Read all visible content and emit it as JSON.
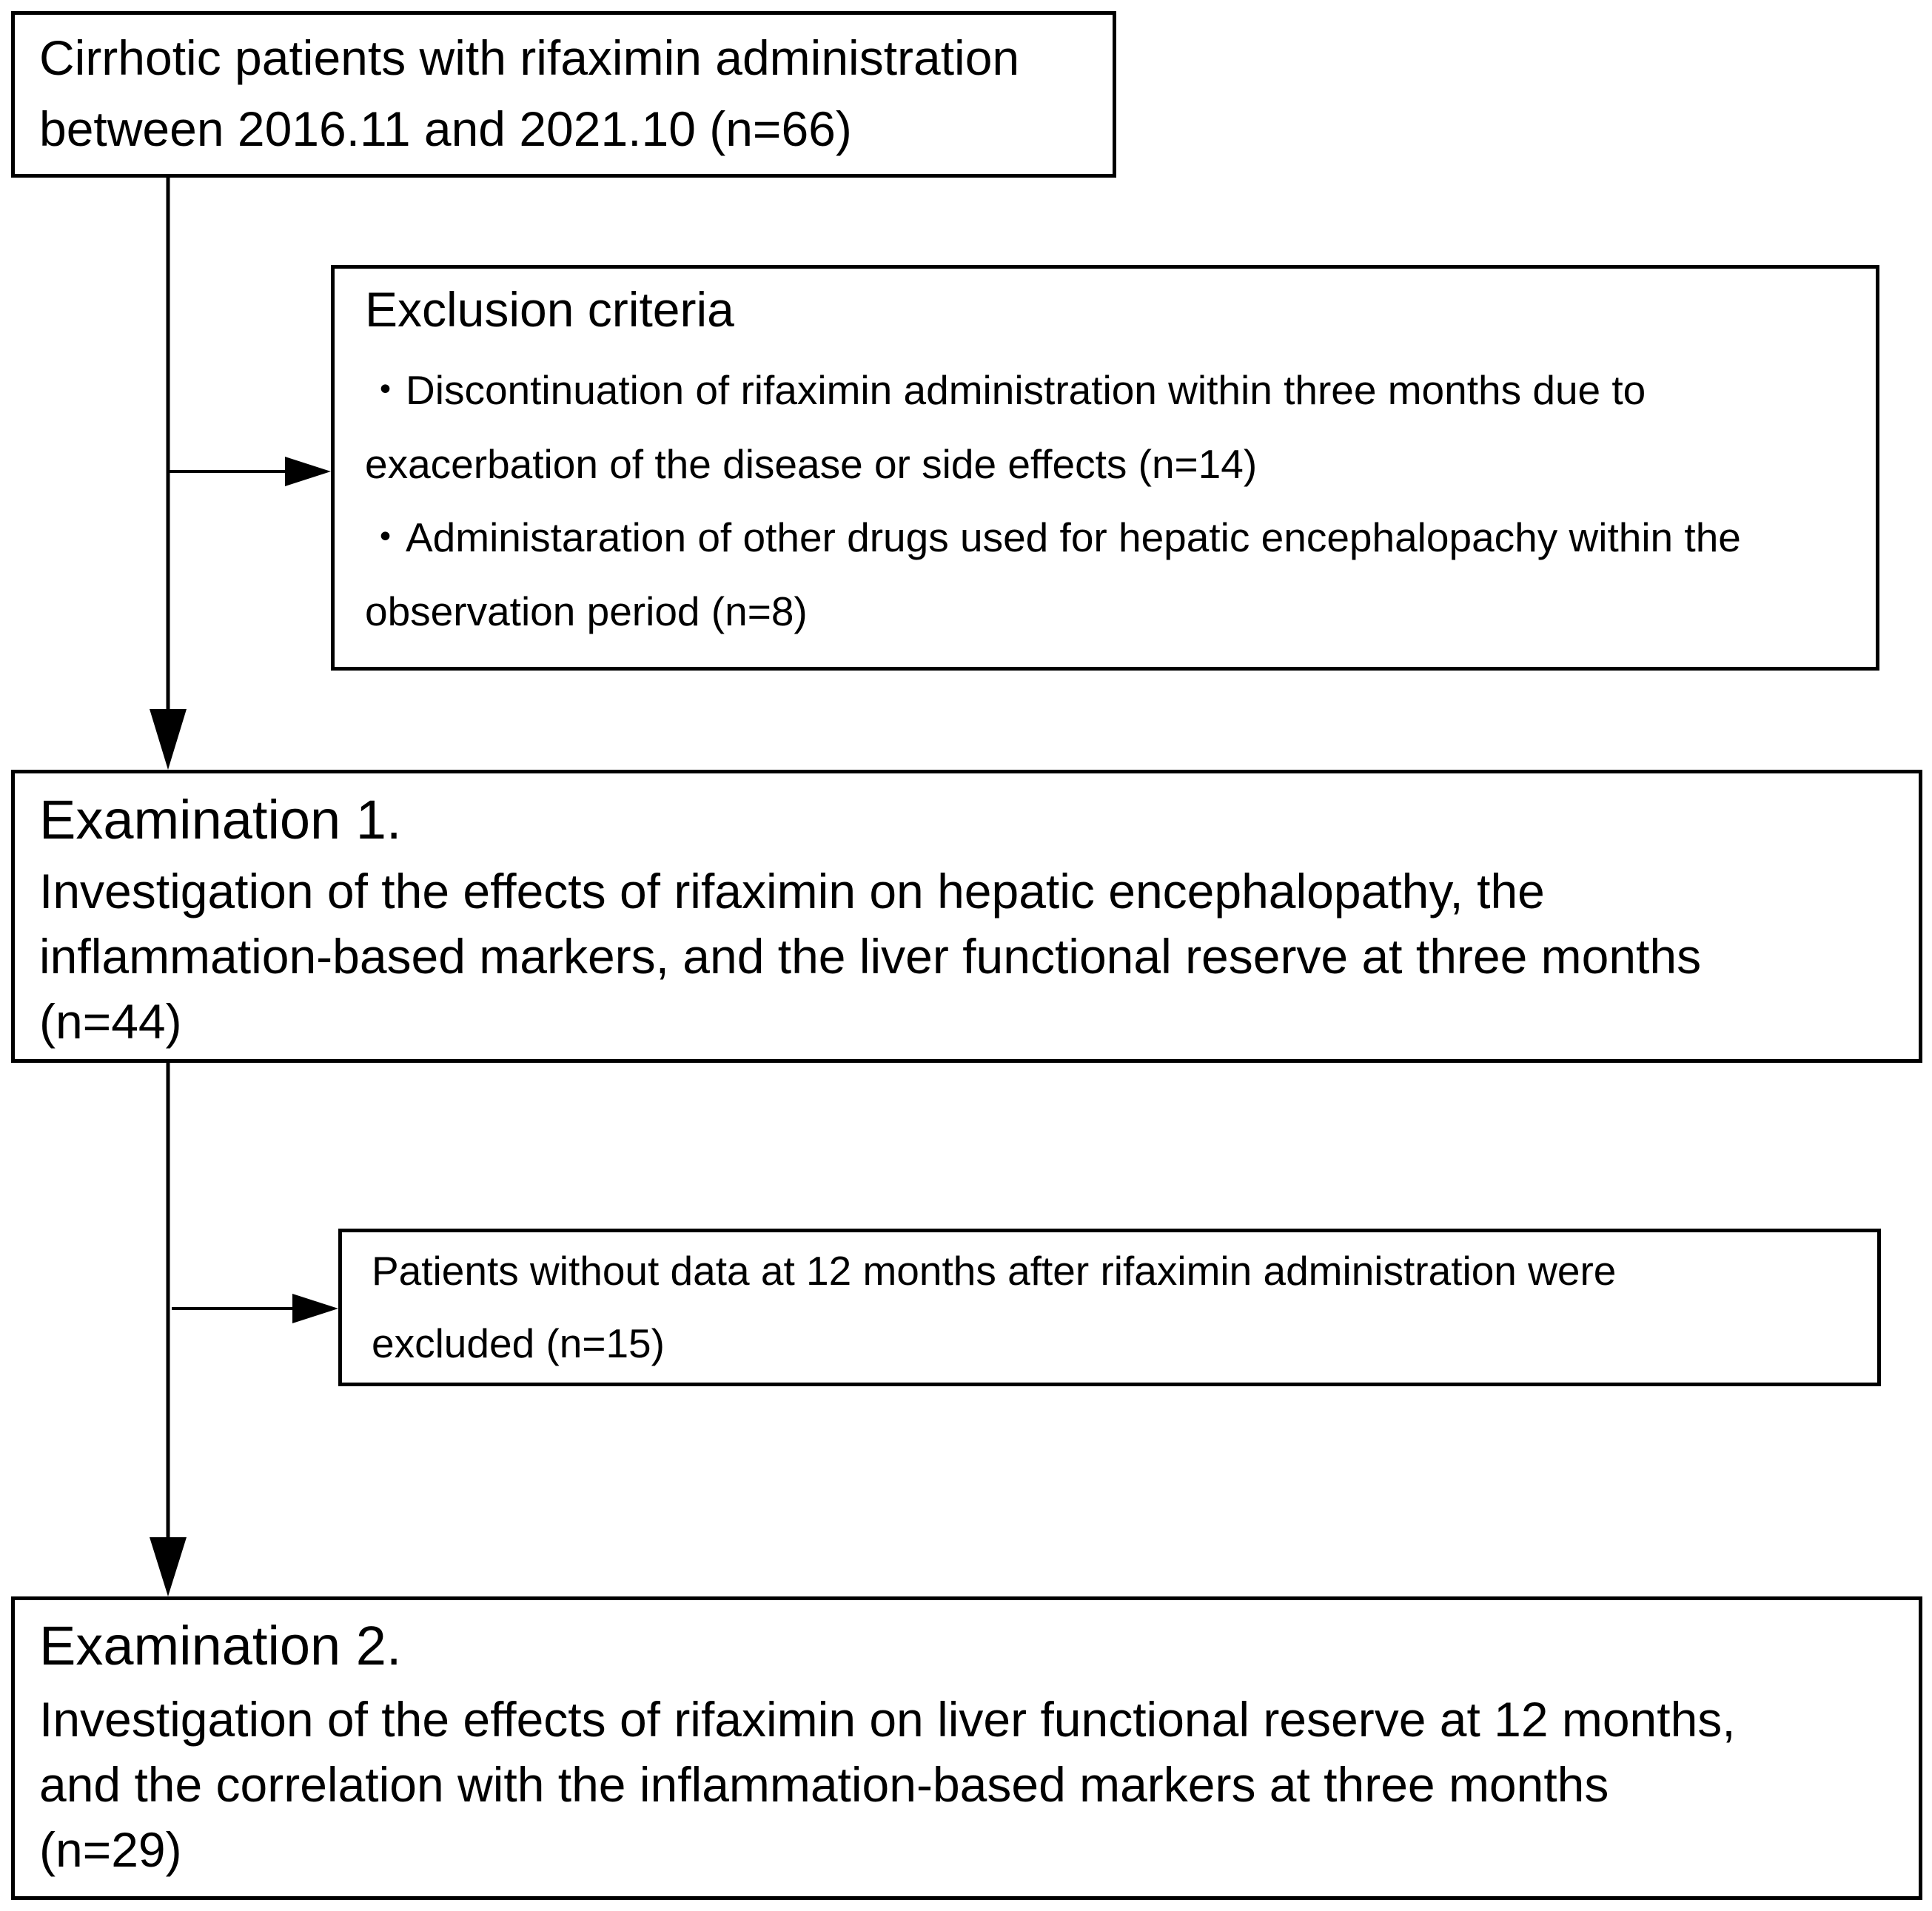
{
  "flowchart": {
    "source": {
      "line1": "Cirrhotic patients with rifaximin administration",
      "line2": "between 2016.11 and 2021.10 (n=66)"
    },
    "exclusion": {
      "heading": "Exclusion criteria",
      "criterion1_line1": "・Discontinuation of rifaximin administration within three months due to",
      "criterion1_line2": "exacerbation of the disease or side effects (n=14)",
      "criterion2_line1": "・Administaration of other drugs used for hepatic encephalopachy within the",
      "criterion2_line2": "observation period (n=8)"
    },
    "examination1": {
      "title": "Examination 1.",
      "line1": "Investigation of the effects of rifaximin on hepatic encephalopathy, the",
      "line2": "inflammation-based markers, and the liver functional reserve at three months",
      "line3": "(n=44)"
    },
    "exclusion2": {
      "line1": "Patients without data at 12 months after rifaximin administration were",
      "line2": "excluded (n=15)"
    },
    "examination2": {
      "title": "Examination 2.",
      "line1": "Investigation of the effects of rifaximin on liver functional reserve at 12 months,",
      "line2": "and the correlation with the inflammation-based markers at three months",
      "line3": "(n=29)"
    }
  },
  "colors": {
    "stroke": "#000000",
    "background": "#ffffff"
  }
}
